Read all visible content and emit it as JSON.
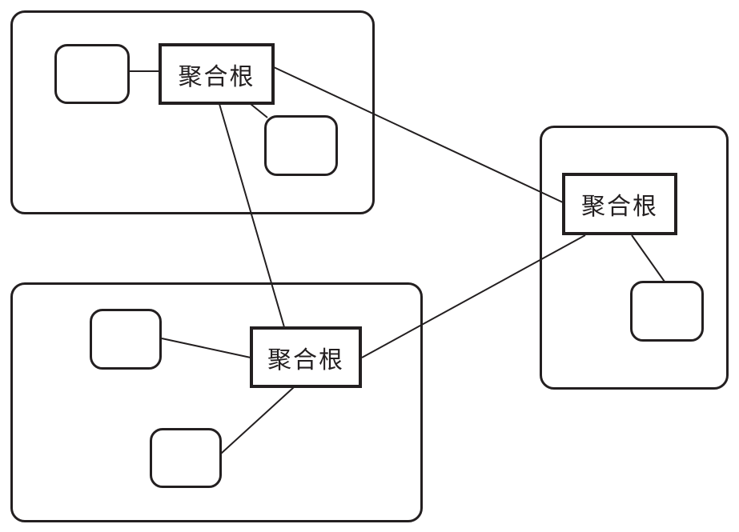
{
  "diagram": {
    "type": "aggregate-boundary-diagram",
    "colors": {
      "stroke": "#231f20",
      "background": "#ffffff"
    },
    "nodes": {
      "root_top_left": {
        "label": "聚合根"
      },
      "root_bottom_left": {
        "label": "聚合根"
      },
      "root_right": {
        "label": "聚合根"
      }
    },
    "groups": [
      {
        "name": "top-left-boundary",
        "root_label": "聚合根",
        "entity_count": 2
      },
      {
        "name": "bottom-left-boundary",
        "root_label": "聚合根",
        "entity_count": 2
      },
      {
        "name": "right-boundary",
        "root_label": "聚合根",
        "entity_count": 1
      }
    ],
    "connections": [
      {
        "from": "top-left-entity-1",
        "to": "top-left-root"
      },
      {
        "from": "top-left-root",
        "to": "top-left-entity-2"
      },
      {
        "from": "top-left-root",
        "to": "bottom-left-root"
      },
      {
        "from": "top-left-root",
        "to": "right-root"
      },
      {
        "from": "bottom-left-entity-1",
        "to": "bottom-left-root"
      },
      {
        "from": "bottom-left-root",
        "to": "bottom-left-entity-2"
      },
      {
        "from": "bottom-left-root",
        "to": "right-root"
      },
      {
        "from": "right-root",
        "to": "right-entity-1"
      }
    ]
  }
}
